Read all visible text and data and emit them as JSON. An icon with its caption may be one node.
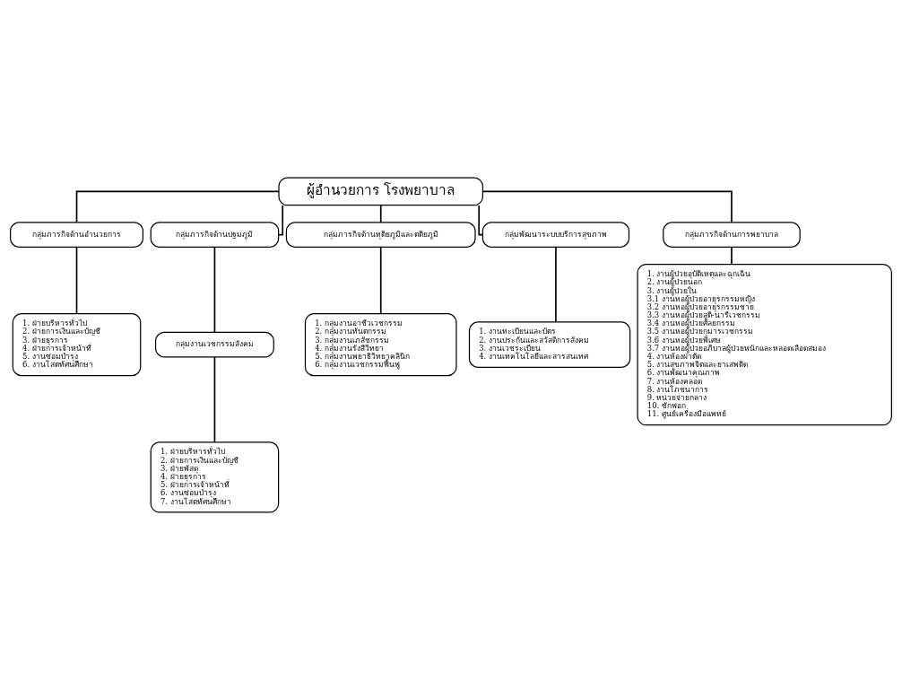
{
  "diagram": {
    "nodes": [
      {
        "text": [
          "ผู้อำนวยการ โรงพยาบาล"
        ]
      },
      {
        "text": [
          "กลุ่มภารกิจด้านอำนวยการ"
        ]
      },
      {
        "text": [
          "กลุ่มภารกิจด้านปฐมภูมิ"
        ]
      },
      {
        "text": [
          "กลุ่มภารกิจด้านทุติยภูมิและตติยภูมิ"
        ]
      },
      {
        "text": [
          "กลุ่มพัฒนาระบบบริการสุขภาพ"
        ]
      },
      {
        "text": [
          "กลุ่มภารกิจด้านการพยาบาล"
        ]
      },
      {
        "text": [
          "1. ฝ่ายบริหารทั่วไป",
          "2. ฝ่ายการเงินและบัญชี",
          "3. ฝ่ายธุรการ",
          "4. ฝ่ายการเจ้าหน้าที่",
          "5. งานซ่อมบำรุง",
          "6. งานโสตทัศนศึกษา"
        ]
      },
      {
        "text": [
          "กลุ่มงานเวชกรรมสังคม"
        ]
      },
      {
        "text": [
          "1. ฝ่ายบริหารทั่วไป",
          "2. ฝ่ายการเงินและบัญชี",
          "3. ฝ่ายพัสดุ",
          "4. ฝ่ายธุรการ",
          "5. ฝ่ายการเจ้าหน้าที่",
          "6. งานซ่อมบำรุง",
          "7. งานโสตทัศนศึกษา"
        ]
      },
      {
        "text": [
          "1. กลุ่มงานอาชีวเวชกรรม",
          "2. กลุ่มงานทันตกรรม",
          "3. กลุ่มงานเภสัชกรรม",
          "4. กลุ่มงานรังสีวิทยา",
          "5. กลุ่มงานพยาธิวิทยาคลินิก",
          "6. กลุ่มงานเวชกรรมฟื้นฟู"
        ]
      },
      {
        "text": [
          "1. งานทะเบียนและบัตร",
          "2. งานประกันและสวัสดิการสังคม",
          "3. งานเวชระเบียน",
          "4. งานเทคโนโลยีและสารสนเทศ"
        ]
      },
      {
        "text": [
          "1. งานผู้ป่วยอุบัติเหตุและฉุกเฉิน",
          "2. งานผู้ป่วยนอก",
          "3. งานผู้ป่วยใน",
          "3.1 งานหอผู้ป่วยอายุรกรรมหญิง",
          "3.2 งานหอผู้ป่วยอายุรกรรมชาย",
          "3.3 งานหอผู้ป่วยสูติ-นารีเวชกรรม",
          "3.4 งานหอผู้ป่วยศัลยกรรม",
          "3.5 งานหอผู้ป่วยกุมารเวชกรรม",
          "3.6 งานหอผู้ป่วยพิเศษ",
          "3.7 งานหอผู้ป่วยอภิบาลผู้ป่วยหนักและหลอดเลือดสมอง",
          "4. งานห้องผ่าตัด",
          "5. งานสุขภาพจิตและยาเสพติด",
          "6. งานพัฒนาคุณภาพ",
          "7. งานห้องคลอด",
          "8. งานโภชนาการ",
          "9. หน่วยจ่ายกลาง",
          "10. ซักฟอก",
          "11. ศูนย์เครื่องมือแพทย์"
        ]
      }
    ],
    "edges": [
      {
        "from": 0,
        "to": 1,
        "arrow": "none"
      },
      {
        "from": 0,
        "to": 2,
        "arrow": "none"
      },
      {
        "from": 0,
        "to": 3,
        "arrow": "none"
      },
      {
        "from": 0,
        "to": 4,
        "arrow": "none"
      },
      {
        "from": 0,
        "to": 5,
        "arrow": "none"
      },
      {
        "from": 1,
        "to": 6,
        "arrow": "none"
      },
      {
        "from": 2,
        "to": 7,
        "arrow": "none"
      },
      {
        "from": 7,
        "to": 8,
        "arrow": "none"
      },
      {
        "from": 3,
        "to": 9,
        "arrow": "none"
      },
      {
        "from": 4,
        "to": 10,
        "arrow": "none"
      },
      {
        "from": 5,
        "to": 11,
        "arrow": "none"
      }
    ]
  }
}
